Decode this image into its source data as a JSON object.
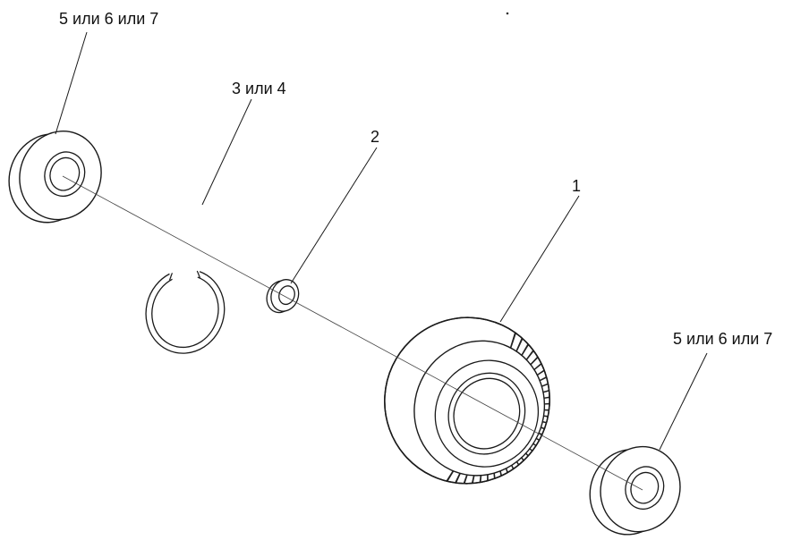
{
  "diagram": {
    "type": "exploded-parts-diagram",
    "labels": {
      "bearing_top_left": "5 или 6 или 7",
      "retaining_ring": "3 или 4",
      "washer": "2",
      "gear": "1",
      "bearing_bottom_right": "5 или 6 или 7"
    },
    "colors": {
      "background": "#ffffff",
      "line": "#1a1a1a",
      "centerline": "#444444"
    }
  }
}
